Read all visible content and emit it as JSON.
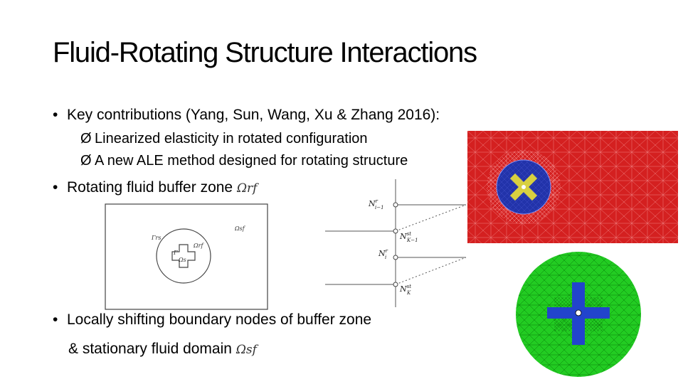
{
  "slide": {
    "title": "Fluid-Rotating Structure Interactions",
    "bullet_char": "•",
    "arrow_char": "Ø",
    "bullet1": "Key contributions (Yang, Sun, Wang, Xu & Zhang 2016):",
    "sub1": "Linearized elasticity in rotated configuration",
    "sub2": "A new ALE method designed for rotating structure",
    "bullet2": "Rotating fluid buffer zone",
    "bullet2_math": "Ωrf",
    "bullet3_line1": "Locally shifting boundary nodes of buffer zone",
    "bullet3_line2": "& stationary fluid domain",
    "bullet3_math": "Ωsf"
  },
  "domain_sketch": {
    "labels": [
      "Γrs",
      "Ωrf",
      "Ωsf",
      "Γ",
      "Ωs"
    ]
  },
  "node_diagram": {
    "labels": [
      {
        "main": "N",
        "sup": "r",
        "sub": "i−1"
      },
      {
        "main": "N",
        "sup": "st",
        "sub": "K−1"
      },
      {
        "main": "N",
        "sup": "r",
        "sub": "i"
      },
      {
        "main": "N",
        "sup": "st",
        "sub": "K"
      }
    ]
  },
  "colors": {
    "red_mesh": "#d42020",
    "blue_zone": "#2233aa",
    "yellow_cross": "#d8d040",
    "green_mesh": "#22cc22",
    "blue_cross": "#2244cc"
  }
}
